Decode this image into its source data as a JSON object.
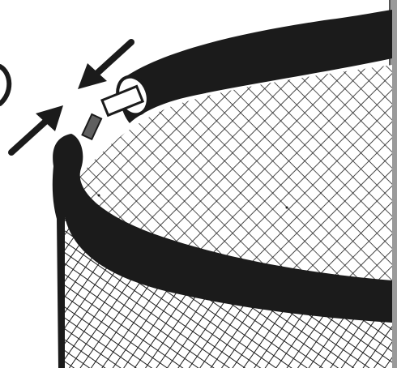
{
  "figure": {
    "subject": "hoop-frame-assembly",
    "colors": {
      "frame": "#1b1b1b",
      "background": "#ffffff",
      "mesh_line": "#1b1b1b",
      "connector_pin": "#5f5f5f",
      "side_bar": "#9a9a9a"
    },
    "elements": [
      "hoop-frame",
      "frame-tube-end",
      "connector-sleeve",
      "connector-pin",
      "upper-mesh-net",
      "lower-mesh-net",
      "insert-arrow-upper",
      "insert-arrow-lower",
      "step-circle-fragment"
    ]
  }
}
